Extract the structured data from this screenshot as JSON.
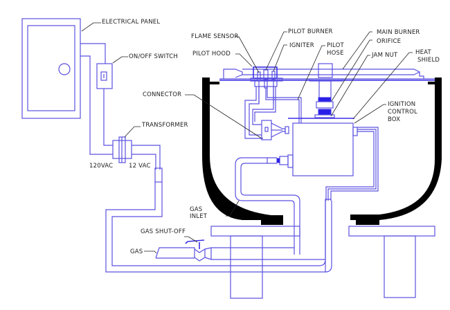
{
  "diagram": {
    "title": "",
    "colors": {
      "line": "#5a50e0",
      "line_strong": "#3a2ee6",
      "fitting_fill": "#2a1fe8",
      "structure": "#000000",
      "label": "#202020"
    },
    "labels": {
      "electrical_panel": "ELECTRICAL PANEL",
      "on_off_switch": "ON/OFF SWITCH",
      "transformer": "TRANSFORMER",
      "vac_120": "120VAC",
      "vac_12": "12 VAC",
      "connector": "CONNECTOR",
      "flame_sensor": "FLAME SENSOR",
      "pilot_hood": "PILOT HOOD",
      "pilot_burner": "PILOT BURNER",
      "igniter": "IGNITER",
      "pilot_hose_1": "PILOT",
      "pilot_hose_2": "HOSE",
      "main_burner": "MAIN BURNER",
      "orifice": "ORIFICE",
      "jam_nut": "JAM NUT",
      "heat_shield_1": "HEAT",
      "heat_shield_2": "SHIELD",
      "ignition_control_box_1": "IGNITION",
      "ignition_control_box_2": "CONTROL",
      "ignition_control_box_3": "BOX",
      "gas_inlet_1": "GAS",
      "gas_inlet_2": "INLET",
      "gas_shutoff": "GAS SHUT-OFF",
      "gas": "GAS"
    }
  }
}
